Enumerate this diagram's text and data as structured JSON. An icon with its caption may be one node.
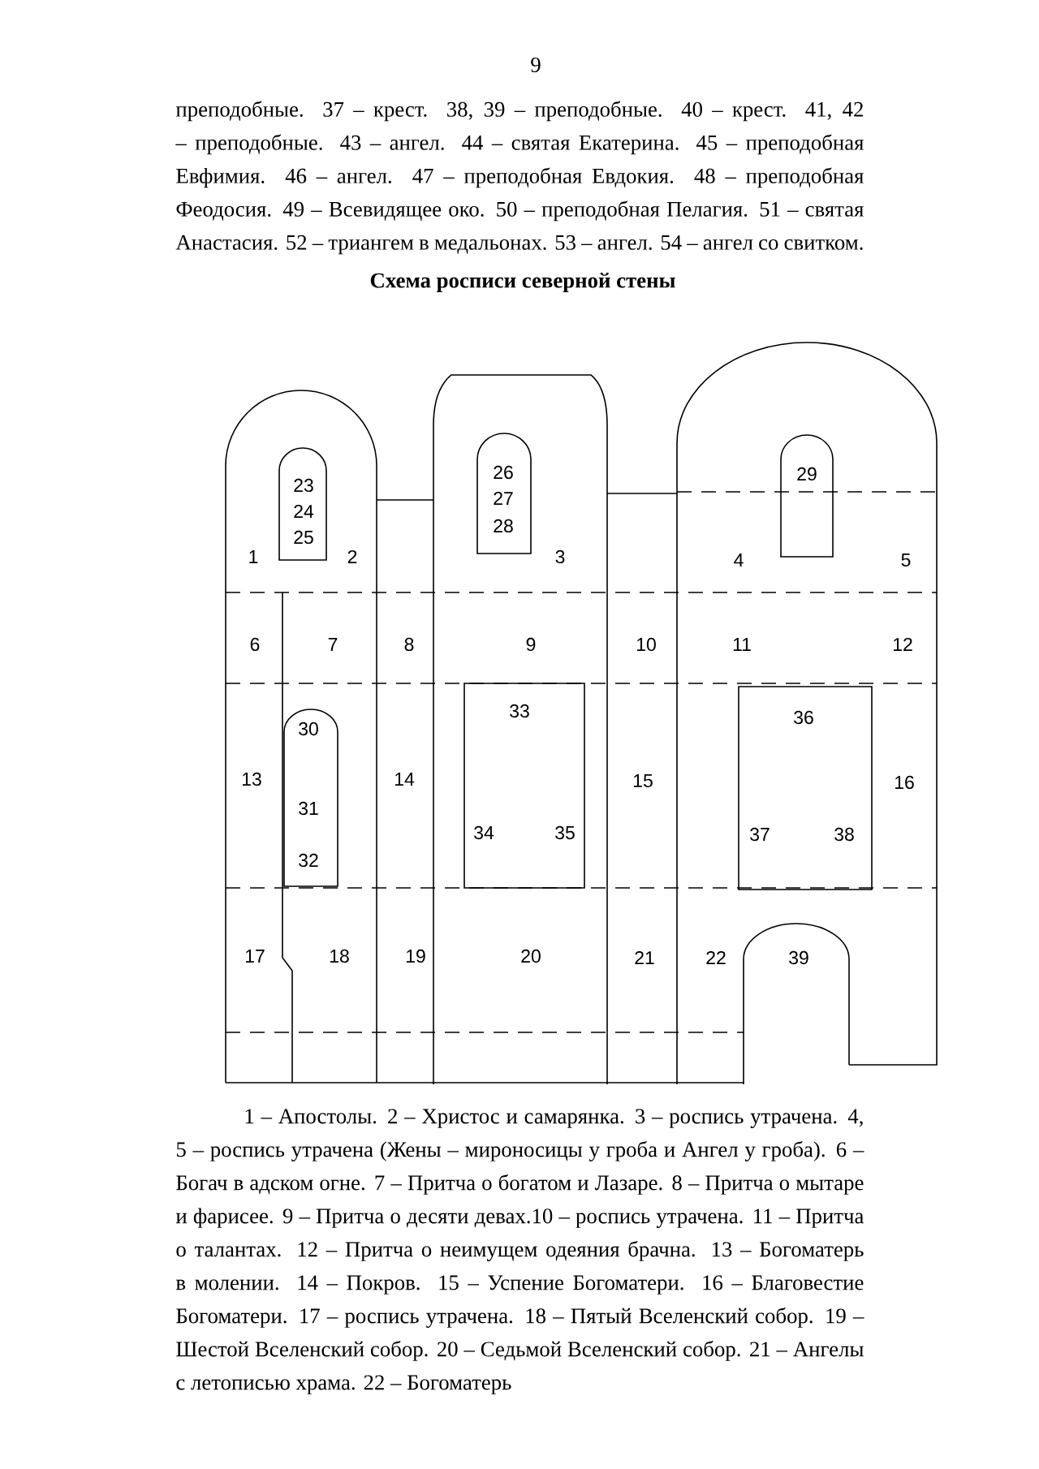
{
  "diagram": {
    "title": "Схема росписи северной стены",
    "caption": "1 – Апостолы. 2 – Христос и самарянка. 3 – роспись утрачена. 4, 5 – роспись утрачена (Жены – мироносицы у гроба и Ангел у гроба). 6 – Богач в адском огне. 7 – Притча о богатом и Лазаре. 8 – Притча о мытаре и фарисее. 9 – Притча о десяти девах.10 – роспись утрачена. 11 – Притча о талантах. 12 – Притча о неимущем одеяния брачна. 13 – Богоматерь в молении. 14 – Покров. 15 – Успение Богоматери. 16 – Благовестие Богоматери. 17 – роспись утрачена. 18 – Пятый Вселенский собор. 19 – Шестой Вселенский собор. 20 – Седьмой Вселенский собор. 21 – Ангелы с летописью храма. 22 – Богоматерь",
    "nodes": [
      {
        "text": [
          "23",
          "24",
          "25"
        ]
      },
      {
        "text": [
          "26",
          "27",
          "28"
        ]
      },
      {
        "text": [
          "29"
        ]
      },
      {
        "text": [
          "30",
          "31",
          "32"
        ]
      },
      {
        "text": [
          "33",
          "34",
          "35"
        ]
      },
      {
        "text": [
          "36",
          "37",
          "38"
        ]
      },
      {
        "text": [
          "39"
        ]
      }
    ],
    "labels": [
      "9",
      "преподобные. 37 – крест. 38, 39 – преподобные. 40 – крест. 41, 42 – преподобные. 43 – ангел. 44 – святая Екатерина. 45 – преподобная Евфимия. 46 – ангел. 47 – преподобная Евдокия. 48 – преподобная Феодосия. 49 – Всевидящее око. 50 – преподобная Пелагия. 51 – святая Анастасия. 52 – триангем в медальонах. 53 – ангел. 54 – ангел со свитком.",
      "1",
      "2",
      "3",
      "4",
      "5",
      "6",
      "7",
      "8",
      "9",
      "10",
      "11",
      "12",
      "13",
      "14",
      "15",
      "16",
      "17",
      "18",
      "19",
      "20",
      "21",
      "22"
    ]
  }
}
